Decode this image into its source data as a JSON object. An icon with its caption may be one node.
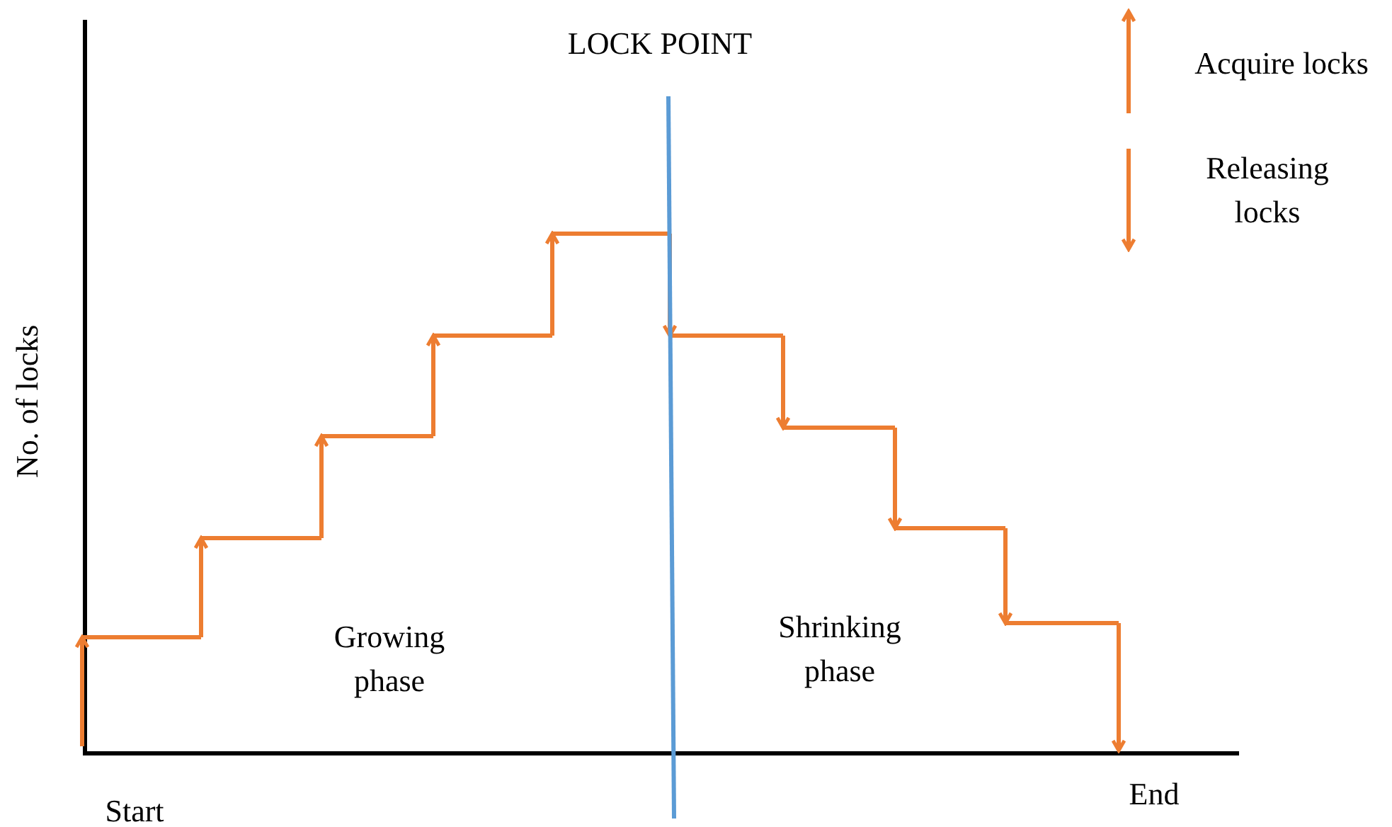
{
  "diagram": {
    "labels": [
      "LOCK POINT",
      "No. of locks",
      "Growing phase",
      "Shrinking phase",
      "Start",
      "End"
    ],
    "legend": [
      {
        "text": "Acquire locks"
      },
      {
        "text": "Releasing locks"
      }
    ]
  }
}
